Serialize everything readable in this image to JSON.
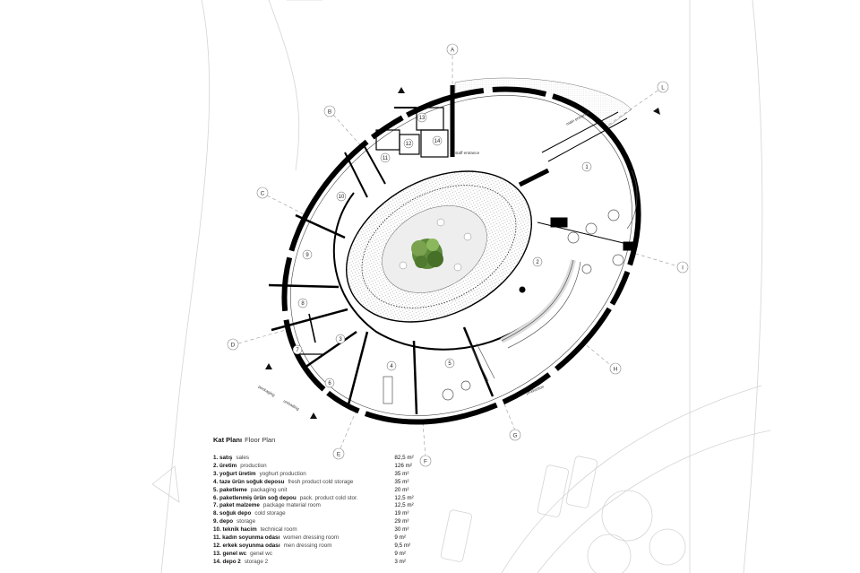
{
  "legend": {
    "title_tr": "Kat Planı",
    "title_en": "Floor Plan",
    "rooms": [
      {
        "no": "1.",
        "tr": "satış",
        "en": "sales",
        "area": "82,5 m²"
      },
      {
        "no": "2.",
        "tr": "üretim",
        "en": "production",
        "area": "126 m²"
      },
      {
        "no": "3.",
        "tr": "yoğurt üretim",
        "en": "yoghurt production",
        "area": "35 m²"
      },
      {
        "no": "4.",
        "tr": "taze ürün soğuk deposu",
        "en": "fresh product cold storage",
        "area": "35 m²"
      },
      {
        "no": "5.",
        "tr": "paketleme",
        "en": "packaging unit",
        "area": "20 m²"
      },
      {
        "no": "6.",
        "tr": "paketlenmiş ürün soğ depou",
        "en": "pack. product cold stor.",
        "area": "12,5 m²"
      },
      {
        "no": "7.",
        "tr": "paket malzeme",
        "en": "package material room",
        "area": "12,5 m²"
      },
      {
        "no": "8.",
        "tr": "soğuk depo",
        "en": "cold storage",
        "area": "19 m²"
      },
      {
        "no": "9.",
        "tr": "depo",
        "en": "storage",
        "area": "29 m²"
      },
      {
        "no": "10.",
        "tr": "teknik hacim",
        "en": "technical room",
        "area": "30 m²"
      },
      {
        "no": "11.",
        "tr": "kadın soyunma odası",
        "en": "women dressing room",
        "area": "9 m²"
      },
      {
        "no": "12.",
        "tr": "erkek soyunma odası",
        "en": "men dressing room",
        "area": "9,5 m²"
      },
      {
        "no": "13.",
        "tr": "genel wc",
        "en": "genel wc",
        "area": "9 m²"
      },
      {
        "no": "14.",
        "tr": "depo 2",
        "en": "storage 2",
        "area": "3 m²"
      }
    ]
  },
  "plan": {
    "section_markers": [
      "A",
      "B",
      "C",
      "D",
      "E",
      "F",
      "G",
      "H",
      "I",
      "L"
    ],
    "room_numbers": [
      "1",
      "2",
      "3",
      "4",
      "5",
      "6",
      "7",
      "8",
      "9",
      "10",
      "11",
      "12",
      "13",
      "14"
    ],
    "labels": {
      "staff_entrance": "staff entrance",
      "main_entrance": "main entrance",
      "production": "production",
      "packaging": "packaging",
      "unloading": "unloading"
    }
  },
  "colors": {
    "wall": "#000000",
    "line": "#222222",
    "hatch": "#bdbdbd",
    "tree": "#5d8a3a"
  }
}
